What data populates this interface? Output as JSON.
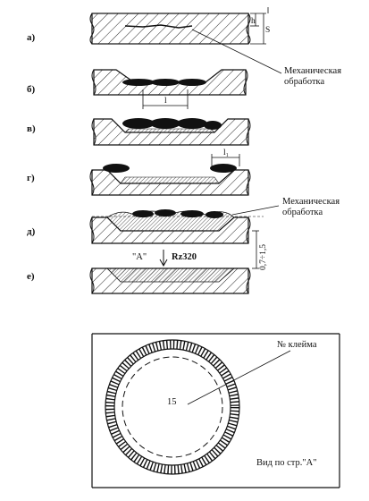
{
  "steps": {
    "a": "а)",
    "b": "б)",
    "v": "в)",
    "g": "г)",
    "d": "д)",
    "e": "е)"
  },
  "notes": {
    "machining1_line1": "Механическая",
    "machining1_line2": "обработка",
    "machining2_line1": "Механическая",
    "machining2_line2": "обработка"
  },
  "dims": {
    "h": "h",
    "s": "S",
    "l": "l",
    "l1": "l₁",
    "range": "0,7÷1,5",
    "roughness": "Rz320",
    "view_mark": "\"А\""
  },
  "stamp": {
    "label": "№ клейма",
    "number": "15",
    "caption": "Вид по стр.\"А\""
  }
}
